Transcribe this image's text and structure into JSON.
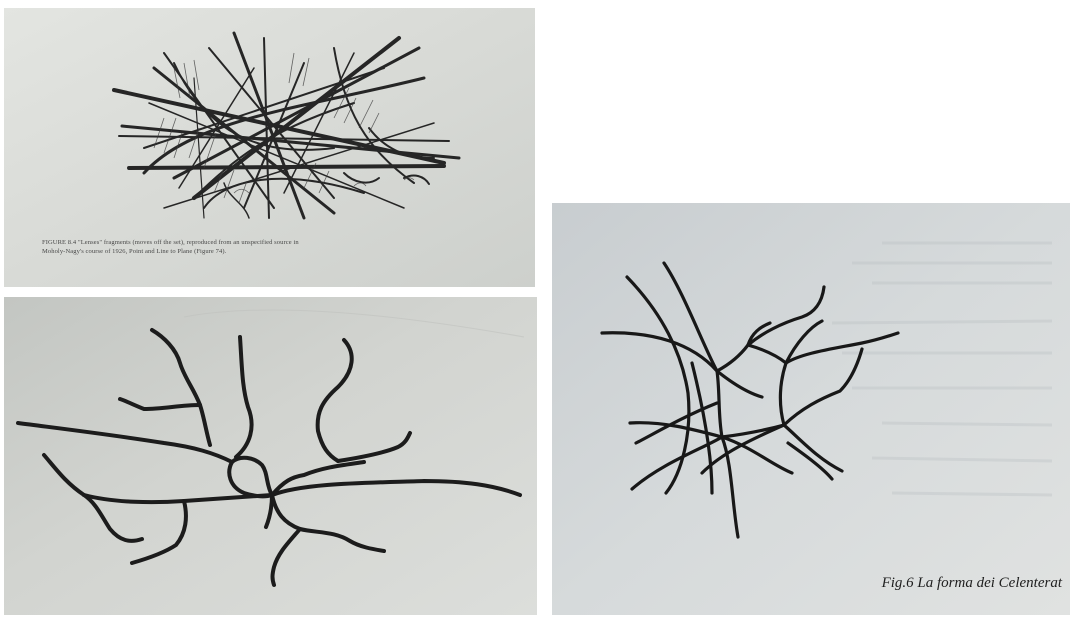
{
  "photos": [
    {
      "id": "scribble-figure",
      "caption_line1": "FIGURE 8.4  \"Lenses\" fragments (moves off the set), reproduced from an unspecified source in",
      "caption_line2": "Moholy-Nagy's course of 1926, Point and Line to Plane (Figure 74)."
    },
    {
      "id": "branching-network"
    },
    {
      "id": "celenterati-figure",
      "caption": "Fig.6 La forma dei Celenterat"
    }
  ],
  "colors": {
    "page_gray": "#d9dbd6",
    "page_cool": "#c9cfd2",
    "ink": "#1c1c1c"
  }
}
